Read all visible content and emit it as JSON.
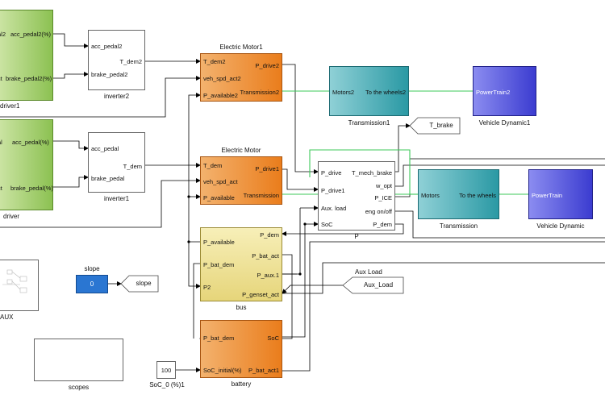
{
  "blocks": {
    "driver2": {
      "name": "driver1",
      "ports": [
        "al2",
        "acc_pedal2(%)",
        "ct",
        "brake_pedal2(%)"
      ]
    },
    "driver1": {
      "name": "driver",
      "ports": [
        "al",
        "acc_pedal(%)",
        "ct",
        "brake_pedal(%)"
      ]
    },
    "inverter2": {
      "name": "inverter2",
      "in": [
        "acc_pedal2",
        "brake_pedal2"
      ],
      "out": [
        "T_dem2"
      ]
    },
    "inverter1": {
      "name": "inverter1",
      "in": [
        "acc_pedal",
        "brake_pedal"
      ],
      "out": [
        "T_dem"
      ]
    },
    "motor1": {
      "title": "Electric Motor1",
      "in": [
        "T_dem2",
        "veh_spd_act2",
        "P_available2"
      ],
      "out": [
        "P_drive2",
        "Transmission2"
      ]
    },
    "motor": {
      "title": "Electric Motor",
      "in": [
        "T_dem",
        "veh_spd_act",
        "P_available"
      ],
      "out": [
        "P_drive1",
        "Transmission"
      ]
    },
    "transmission1": {
      "name": "Transmission1",
      "in": [
        "Motors2"
      ],
      "out": [
        "To the wheels2"
      ]
    },
    "transmission": {
      "name": "Transmission",
      "in": [
        "Motors"
      ],
      "out": [
        "To the wheels"
      ]
    },
    "vehicle1": {
      "name": "Vehicle Dynamic1",
      "in": [
        "PowerTrain2"
      ]
    },
    "vehicle": {
      "name": "Vehicle Dynamic",
      "in": [
        "PowerTrain"
      ]
    },
    "tbrake": {
      "label": "T_brake"
    },
    "controller": {
      "name": "P",
      "in": [
        "P_drive",
        "P_drive1",
        "Aux. load",
        "SoC"
      ],
      "out": [
        "T_mech_brake",
        "w_opt",
        "P_ICE",
        "eng on/off",
        "P_dem"
      ]
    },
    "bus": {
      "name": "bus",
      "in": [
        "P_available",
        "P_bat_dem",
        "P2"
      ],
      "out": [
        "P_dem",
        "P_bat_act",
        "P_aux.1",
        "P_genset_act"
      ]
    },
    "battery": {
      "name": "battery",
      "in": [
        "P_bat_dem",
        "SoC_initial(%)"
      ],
      "out": [
        "SoC",
        "P_bat_act1"
      ]
    },
    "slope": {
      "title": "slope",
      "value": "0",
      "goto": "slope"
    },
    "auxload": {
      "title": "Aux Load",
      "goto": "Aux_Load"
    },
    "soc0": {
      "value": "100",
      "name": "SoC_0 (%)1"
    },
    "aux": {
      "name": "AUX"
    },
    "scopes": {
      "name": "scopes"
    }
  },
  "colors": {
    "signal": "#000000",
    "physical": "#3cc85a"
  }
}
